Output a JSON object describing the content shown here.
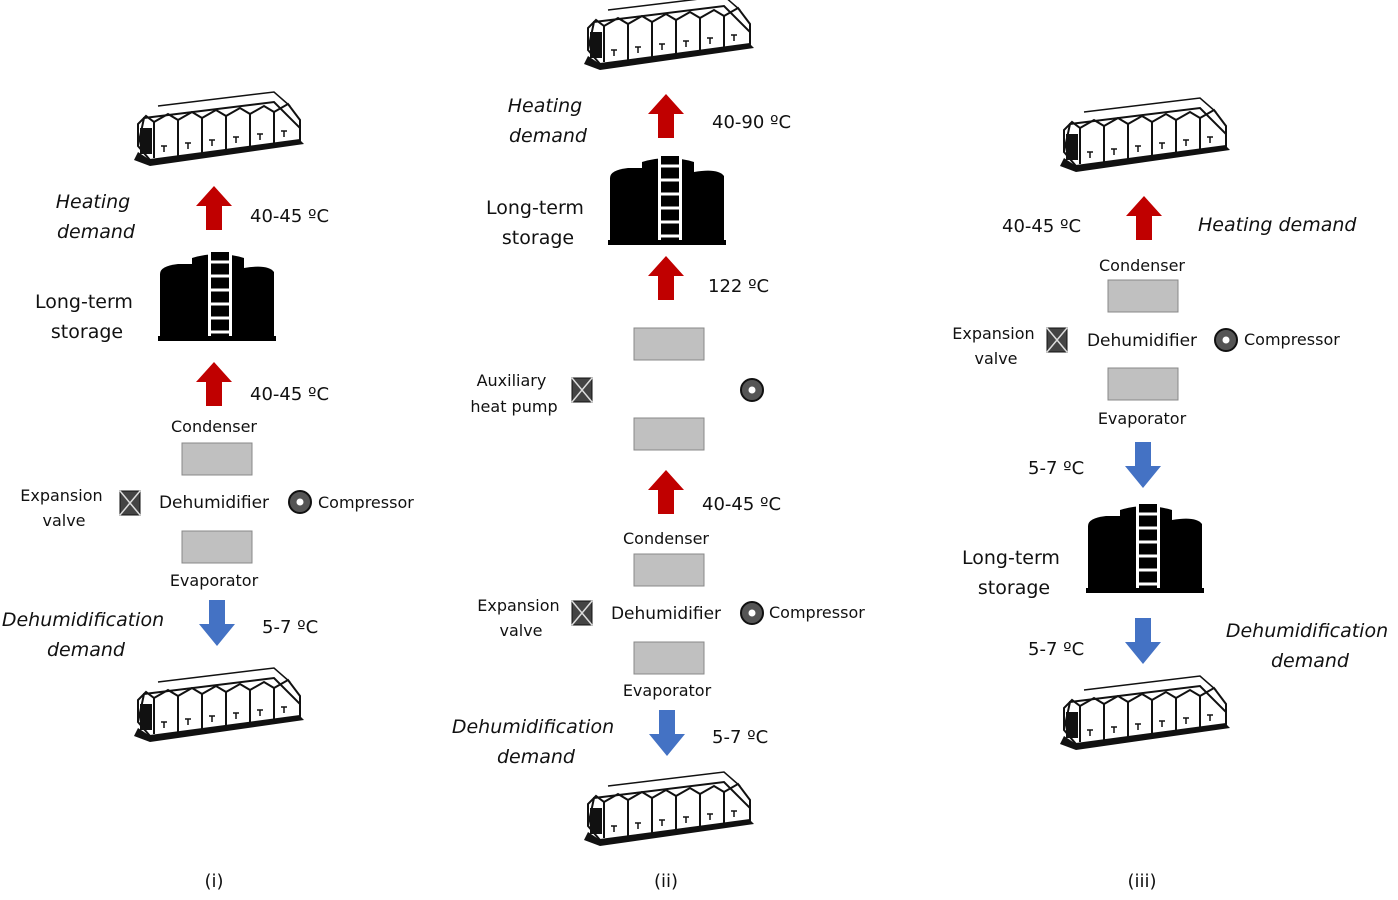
{
  "colors": {
    "hot_arrow": "#c00000",
    "cold_arrow": "#4472c4",
    "loop_hot": "#e8344a",
    "loop_pink": "#f06aa0",
    "loop_purple": "#5b2c8f",
    "loop_blue": "#4aa3e0",
    "hx_block": "#c0c0c0",
    "storage": "#000000"
  },
  "panels": [
    {
      "caption": "(i)",
      "heating_demand": [
        "Heating",
        "demand"
      ],
      "storage_label": [
        "Long-term",
        "storage"
      ],
      "temp_heating": "40-45 ºC",
      "temp_storage_in": "40-45 ºC",
      "condenser": "Condenser",
      "evaporator": "Evaporator",
      "dehumidifier": "Dehumidifier",
      "expansion_valve": [
        "Expansion",
        "valve"
      ],
      "compressor": "Compressor",
      "dehumidification_demand": [
        "Dehumidification",
        "demand"
      ],
      "temp_dehum": "5-7 ºC"
    },
    {
      "caption": "(ii)",
      "heating_demand": [
        "Heating",
        "demand"
      ],
      "temp_heating": "40-90 ºC",
      "storage_label": [
        "Long-term",
        "storage"
      ],
      "temp_storage_in": "122 ºC",
      "aux_label": [
        "Auxiliary",
        "heat pump"
      ],
      "temp_aux_in": "40-45 ºC",
      "condenser": "Condenser",
      "evaporator": "Evaporator",
      "dehumidifier": "Dehumidifier",
      "expansion_valve": [
        "Expansion",
        "valve"
      ],
      "compressor": "Compressor",
      "dehumidification_demand": [
        "Dehumidification",
        "demand"
      ],
      "temp_dehum": "5-7 ºC"
    },
    {
      "caption": "(iii)",
      "temp_heating": "40-45 ºC",
      "heating_demand": [
        "Heating demand"
      ],
      "condenser": "Condenser",
      "evaporator": "Evaporator",
      "dehumidifier": "Dehumidifier",
      "expansion_valve": [
        "Expansion",
        "valve"
      ],
      "compressor": "Compressor",
      "temp_to_storage": "5-7 ºC",
      "storage_label": [
        "Long-term",
        "storage"
      ],
      "temp_dehum": "5-7 ºC",
      "dehumidification_demand": [
        "Dehumidification",
        "demand"
      ]
    }
  ]
}
